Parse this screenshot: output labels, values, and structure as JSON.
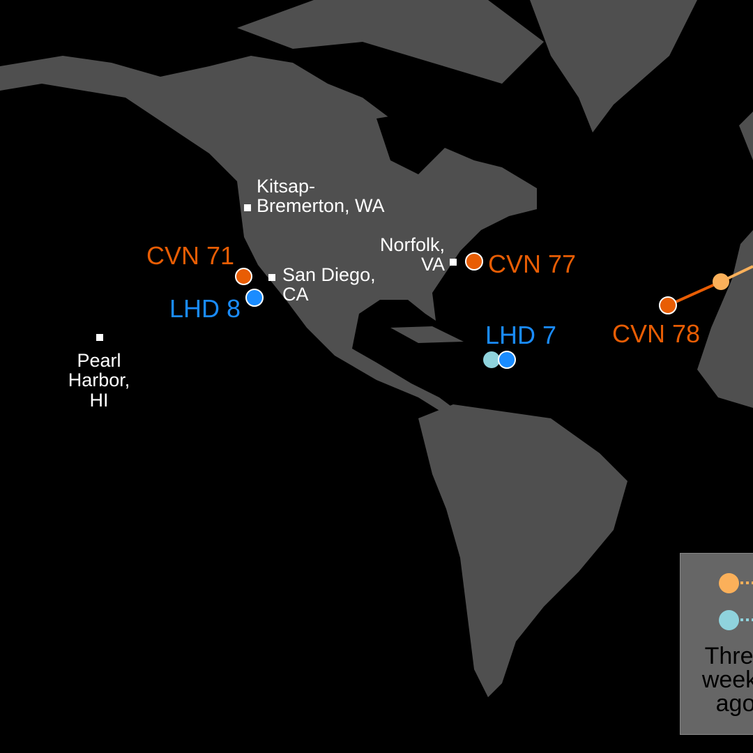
{
  "colors": {
    "land": "#4f4f4f",
    "ocean": "#000000",
    "carrier": "#e85d04",
    "carrier_past": "#fbb05a",
    "amphib": "#1a8cff",
    "amphib_past": "#8fd3dd"
  },
  "ports": [
    {
      "name": "Kitsap-\nBremerton, WA"
    },
    {
      "name": "San Diego,\nCA"
    },
    {
      "name": "Norfolk,\nVA"
    },
    {
      "name": "Pearl\nHarbor,\nHI"
    }
  ],
  "ships": [
    {
      "id": "CVN 71",
      "type": "carrier"
    },
    {
      "id": "LHD 8",
      "type": "amphib"
    },
    {
      "id": "CVN 77",
      "type": "carrier"
    },
    {
      "id": "LHD 7",
      "type": "amphib"
    },
    {
      "id": "CVN 78",
      "type": "carrier"
    }
  ],
  "legend": {
    "text": "Three\nweeks\nago",
    "icons": [
      "carrier-past-position",
      "amphib-past-position"
    ]
  }
}
